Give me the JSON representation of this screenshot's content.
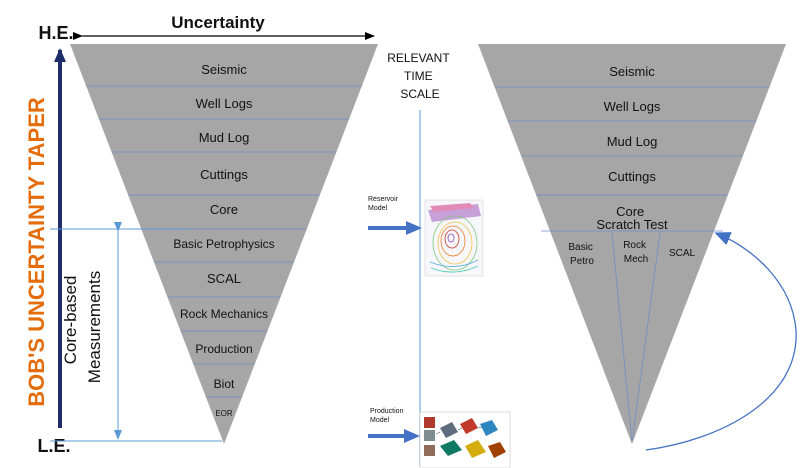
{
  "vertical_title": "BOB'S UNCERTAINTY TAPER",
  "top_label": "H.E.",
  "bottom_label": "L.E.",
  "uncertainty_label": "Uncertainty",
  "core_based_label_line1": "Core-based",
  "core_based_label_line2": "Measurements",
  "relevant_time_scale": [
    "RELEVANT",
    "TIME",
    "SCALE"
  ],
  "reservoir_model_label": [
    "Reservoir",
    "Model"
  ],
  "production_model_label": [
    "Production",
    "Model"
  ],
  "left_taper_layers": [
    "Seismic",
    "Well Logs",
    "Mud Log",
    "Cuttings",
    "Core",
    "Basic Petrophysics",
    "SCAL",
    "Rock Mechanics",
    "Production",
    "Biot",
    "EOR"
  ],
  "right_taper_layers": [
    "Seismic",
    "Well Logs",
    "Mud Log",
    "Cuttings"
  ],
  "right_core_label": [
    "Core",
    "Scratch Test"
  ],
  "right_sub_columns": [
    [
      "Basic",
      "Petro"
    ],
    [
      "Rock",
      "Mech"
    ],
    [
      "SCAL"
    ]
  ],
  "colors": {
    "taper_fill": "#a6a6a6",
    "divider": "#6e8fc4",
    "title_orange": "#e46c0a",
    "axis_navy": "#1f2e6b",
    "arrow_blue": "#4472c4",
    "bracket_blue": "#5b9bd5"
  }
}
